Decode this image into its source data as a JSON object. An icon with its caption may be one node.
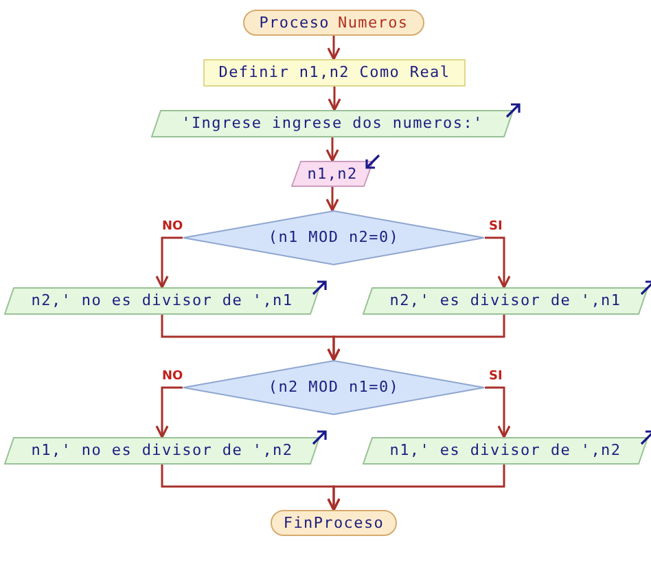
{
  "diagram": {
    "nodes": [
      {
        "text": [
          "Proceso",
          "Numeros"
        ]
      },
      {
        "text": [
          "Definir n1,n2 Como Real"
        ]
      },
      {
        "text": [
          "'Ingrese ingrese dos numeros:'"
        ]
      },
      {
        "text": [
          "n1,n2"
        ]
      },
      {
        "text": [
          "(n1 MOD n2=0)"
        ]
      },
      {
        "text": [
          "n2,' no es divisor de ',n1"
        ]
      },
      {
        "text": [
          "n2,' es divisor de ',n1"
        ]
      },
      {
        "text": [
          "(n2 MOD n1=0)"
        ]
      },
      {
        "text": [
          "n1,' no es divisor de ',n2"
        ]
      },
      {
        "text": [
          "n1,' es divisor de ',n2"
        ]
      },
      {
        "text": [
          "FinProceso"
        ]
      }
    ],
    "edges": [
      {
        "from": 0,
        "to": 1,
        "arrow": "to"
      },
      {
        "from": 1,
        "to": 2,
        "arrow": "to"
      },
      {
        "from": 2,
        "to": 3,
        "arrow": "to"
      },
      {
        "from": 3,
        "to": 4,
        "arrow": "to"
      },
      {
        "from": 4,
        "to": 5,
        "arrow": "to",
        "label": "NO"
      },
      {
        "from": 4,
        "to": 6,
        "arrow": "to",
        "label": "SI"
      },
      {
        "from": 5,
        "to": 7,
        "arrow": "to"
      },
      {
        "from": 6,
        "to": 7,
        "arrow": "to"
      },
      {
        "from": 7,
        "to": 8,
        "arrow": "to",
        "label": "NO"
      },
      {
        "from": 7,
        "to": 9,
        "arrow": "to",
        "label": "SI"
      },
      {
        "from": 8,
        "to": 10,
        "arrow": "to"
      },
      {
        "from": 9,
        "to": 10,
        "arrow": "to"
      }
    ]
  }
}
